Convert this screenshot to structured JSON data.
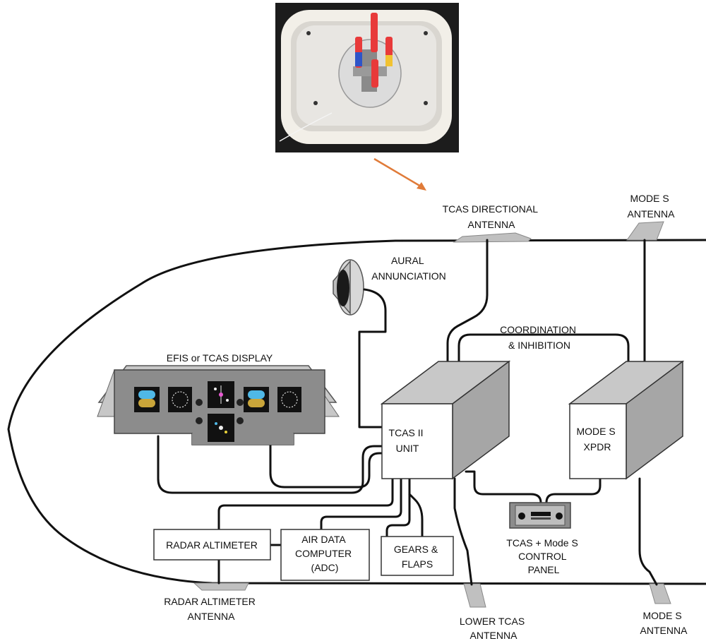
{
  "labels": {
    "tcas_directional_antenna": [
      "TCAS DIRECTIONAL",
      "ANTENNA"
    ],
    "mode_s_antenna_top": [
      "MODE S",
      "ANTENNA"
    ],
    "aural_annunciation": [
      "AURAL",
      "ANNUNCIATION"
    ],
    "coordination_inhibition": [
      "COORDINATION",
      "& INHIBITION"
    ],
    "efis_display": "EFIS or TCAS DISPLAY",
    "tcas_unit": [
      "TCAS II",
      "UNIT"
    ],
    "mode_s_xpdr": [
      "MODE S",
      "XPDR"
    ],
    "radar_altimeter": "RADAR ALTIMETER",
    "air_data_computer": [
      "AIR DATA",
      "COMPUTER",
      "(ADC)"
    ],
    "gears_flaps": [
      "GEARS &",
      "FLAPS"
    ],
    "control_panel": [
      "TCAS + Mode S",
      "CONTROL",
      "PANEL"
    ],
    "radar_altimeter_antenna": [
      "RADAR ALTIMETER",
      "ANTENNA"
    ],
    "lower_tcas_antenna": [
      "LOWER TCAS",
      "ANTENNA"
    ],
    "mode_s_antenna_bottom": [
      "MODE S",
      "ANTENNA"
    ]
  },
  "colors": {
    "arrow": "#e07b39",
    "box_front": "#ffffff",
    "box_side": "#a6a6a6",
    "box_top": "#c8c8c8",
    "panel": "#8c8c8c",
    "antenna": "#c0c0c0",
    "wire": "#111111"
  },
  "icons": {
    "photo": "tcas-antenna-photo",
    "speaker": "speaker-icon"
  }
}
